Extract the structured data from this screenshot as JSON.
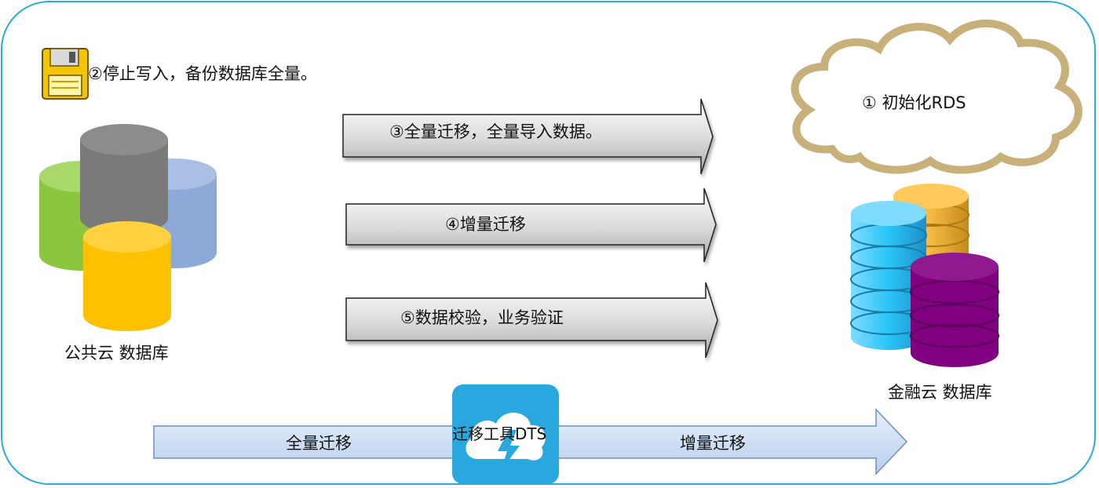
{
  "diagram": {
    "step_backup": "②停止写入，备份数据库全量。",
    "step_init": "① 初始化RDS",
    "arrows": [
      {
        "label": "③全量迁移，全量导入数据。"
      },
      {
        "label": "④增量迁移"
      },
      {
        "label": "⑤数据校验，业务验证"
      }
    ],
    "source_label": "公共云 数据库",
    "target_label": "金融云 数据库",
    "tool_label": "迁移工具DTS",
    "bottom_left_label": "全量迁移",
    "bottom_right_label": "增量迁移",
    "colors": {
      "frame": "#29abe2",
      "cyl_green": "#8cc63f",
      "cyl_blue": "#8da9d8",
      "cyl_gray": "#808080",
      "cyl_yellow": "#ffc000",
      "cyl_cyan": "#29c5f6",
      "cyl_gold": "#f4b942",
      "cyl_purple": "#800080",
      "cloud_border": "#c8b07a",
      "bar_fill": "#c6d9f1",
      "dts_tile": "#29a8e0"
    },
    "icons": [
      "floppy-disk-icon",
      "cloud-shape",
      "lightning-cloud-icon"
    ]
  }
}
